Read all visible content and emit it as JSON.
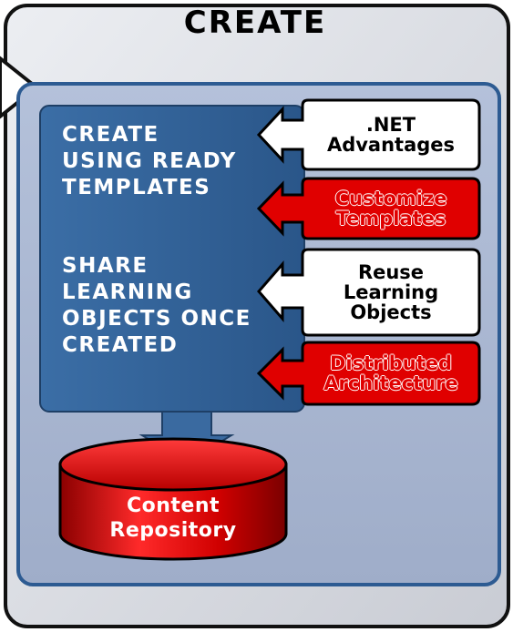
{
  "diagram": {
    "title": "CREATE",
    "main_box": {
      "item1": "CREATE\nUSING READY\nTEMPLATES",
      "item2": "SHARE\nLEARNING\nOBJECTS ONCE\nCREATED"
    },
    "side_boxes": [
      {
        "label": ".NET\nAdvantages",
        "style": "white"
      },
      {
        "label": "Customize\nTemplates",
        "style": "red"
      },
      {
        "label": "Reuse\nLearning\nObjects",
        "style": "white"
      },
      {
        "label": "Distributed\nArchitecture",
        "style": "red"
      }
    ],
    "repository": {
      "label": "Content\nRepository"
    },
    "colors": {
      "outer_panel": "#d7d9df",
      "inner_panel": "#a9b7d3",
      "main_box": "#2e5f95",
      "red": "#e00000",
      "cylinder": "#d90000"
    }
  }
}
